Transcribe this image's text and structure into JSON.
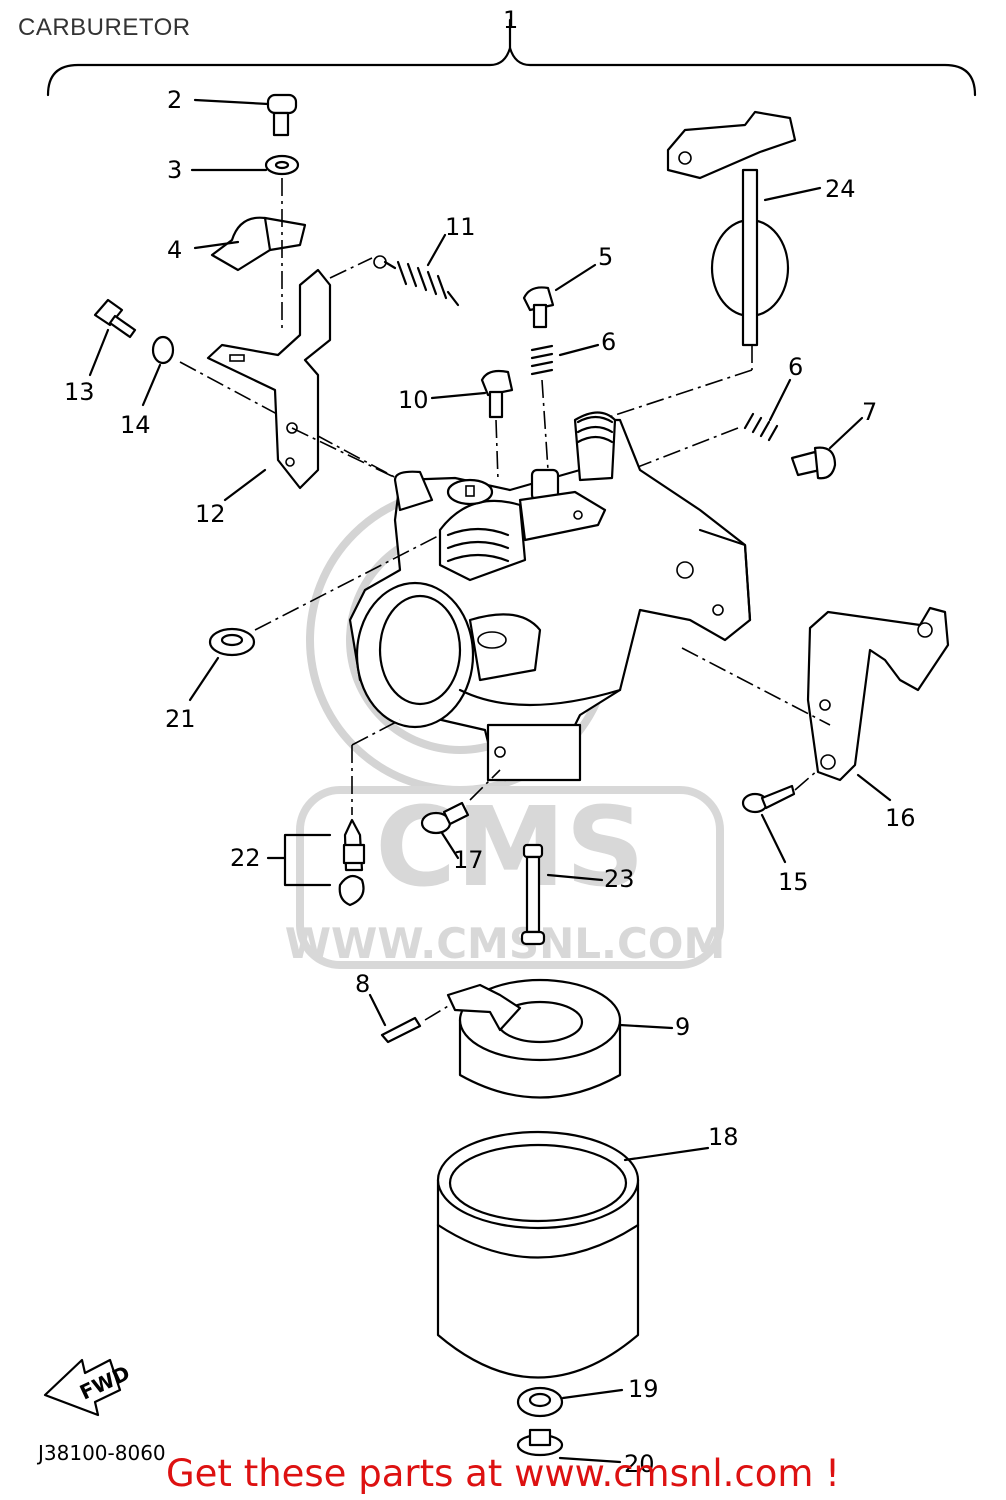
{
  "page_title": "CARBURETOR",
  "assembly_ref": "1",
  "figure_code": "J38100-8060",
  "fwd_label": "FWD",
  "watermark": {
    "logo_text": "CMS",
    "url_text": "WWW.CMSNL.COM"
  },
  "promo_text": "Get these parts at www.cmsnl.com !",
  "part_labels": [
    "2",
    "3",
    "4",
    "5",
    "6",
    "6",
    "7",
    "8",
    "9",
    "10",
    "11",
    "12",
    "13",
    "14",
    "15",
    "16",
    "17",
    "18",
    "19",
    "20",
    "21",
    "22",
    "23",
    "24"
  ]
}
